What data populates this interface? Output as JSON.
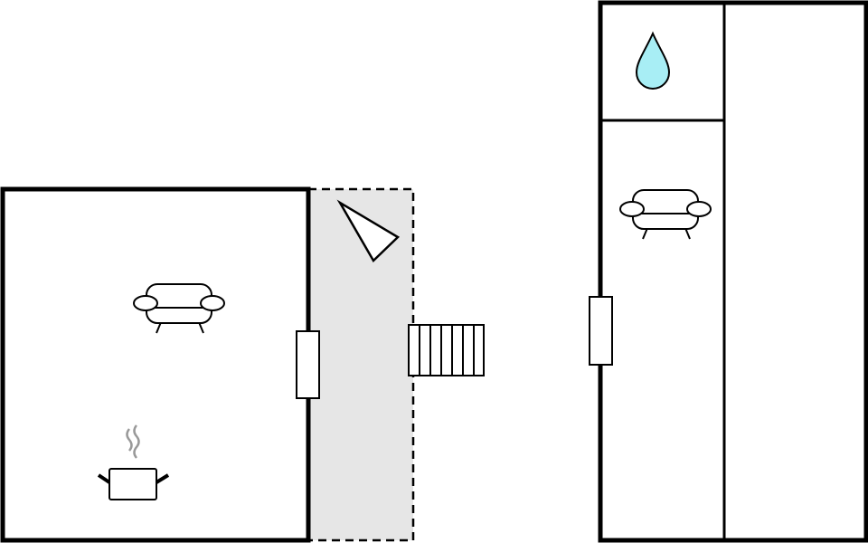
{
  "plan": {
    "colors": {
      "wall": "#000000",
      "terrace_fill": "#e6e6e6",
      "water": "#a8eef5",
      "steam": "#999999",
      "background": "#ffffff"
    },
    "rooms": [
      {
        "name": "living-kitchen-room",
        "icons": [
          "sofa-icon",
          "cooking-pot-icon"
        ]
      },
      {
        "name": "terrace",
        "icons": [
          "triangle-marker-icon",
          "stairs-icon"
        ]
      },
      {
        "name": "bathroom",
        "icons": [
          "water-drop-icon"
        ]
      },
      {
        "name": "bedroom-living",
        "icons": [
          "sofa-icon"
        ]
      },
      {
        "name": "side-room",
        "icons": []
      }
    ],
    "doors": 2
  }
}
